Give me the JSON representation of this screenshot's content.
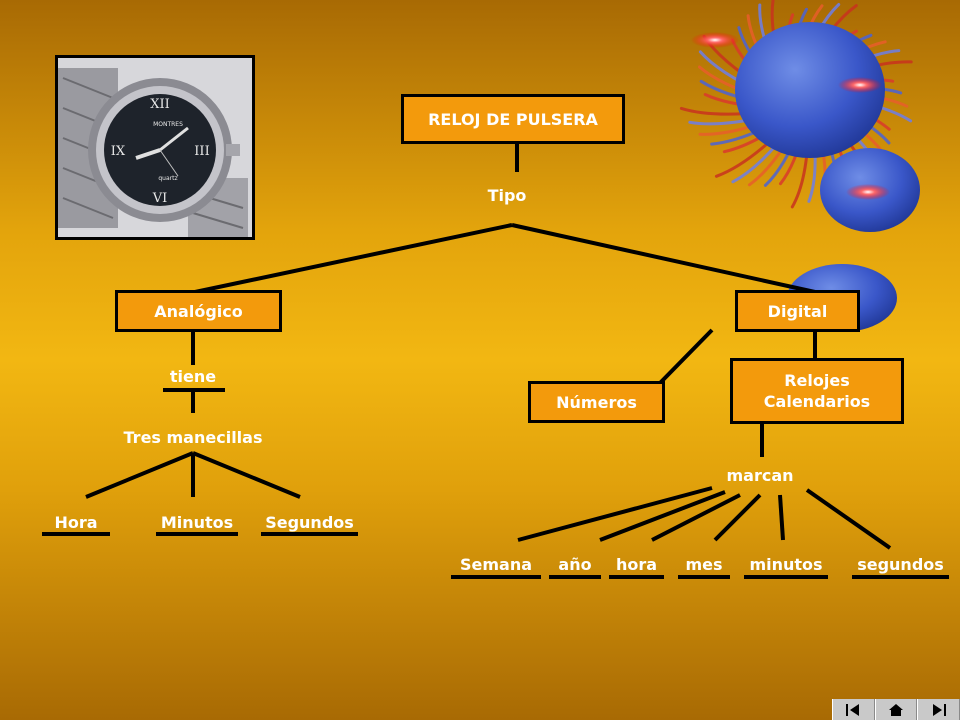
{
  "diagram": {
    "title": "RELOJ DE PULSERA",
    "tipo_label": "Tipo",
    "analogico": {
      "label": "Analógico",
      "relation": "tiene",
      "group": "Tres manecillas",
      "items": [
        "Hora",
        "Minutos",
        "Segundos"
      ]
    },
    "digital": {
      "label": "Digital",
      "numeros": "Números",
      "calendarios": "Relojes\nCalendarios",
      "relation": "marcan",
      "items": [
        "Semana",
        "año",
        "hora",
        "mes",
        "minutos",
        "segundos"
      ]
    }
  },
  "watch": {
    "brand": "MONTRES",
    "sub": "quartz"
  },
  "nav": {
    "prev_icon": "skip-back-icon",
    "home_icon": "home-icon",
    "next_icon": "skip-forward-icon"
  },
  "colors": {
    "box_fill": "#f39a0c",
    "border": "#000000",
    "text": "#ffffff"
  }
}
